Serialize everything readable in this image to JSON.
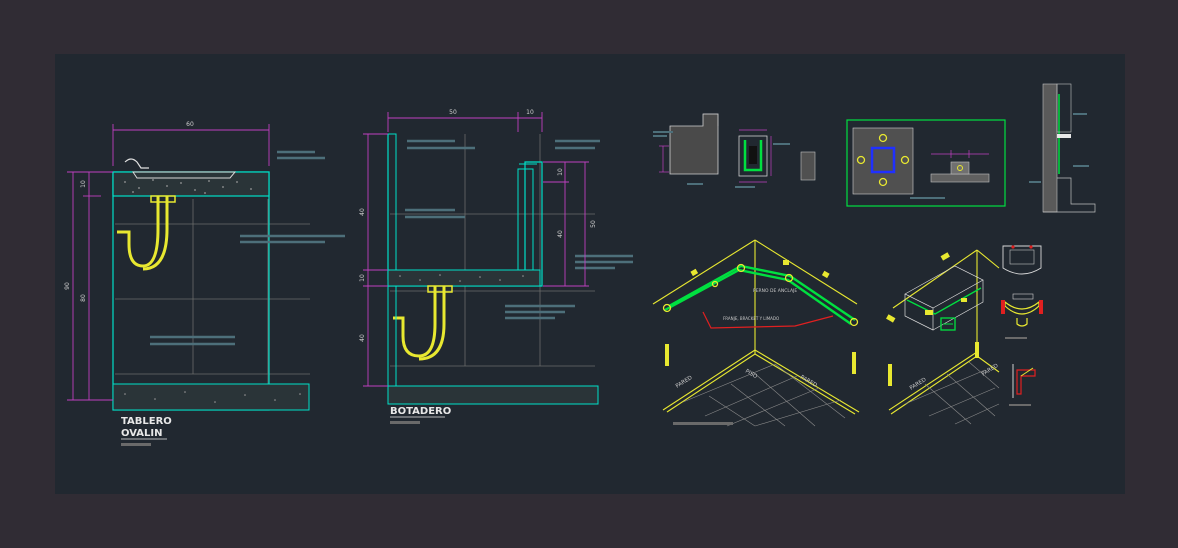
{
  "tablero": {
    "title_line1": "TABLERO",
    "title_line2": "OVALIN",
    "dim_top": "60",
    "dim_total_h": "90",
    "dim_lower_h": "80",
    "dim_slab": "10"
  },
  "botadero": {
    "title": "BOTADERO",
    "dim_top": "50",
    "dim_top_right": "10",
    "dim_upper": "40",
    "dim_mid": "10",
    "dim_lower": "40",
    "dim_right_upper": "10",
    "dim_right_mid": "40",
    "dim_right_total": "50"
  },
  "iso_left": {
    "wall_label_1": "PARED",
    "wall_label_2": "PARED",
    "floor_label": "PISO",
    "note_1": "PERNO DE ANCLAJE",
    "note_2": "FRANJE, BRACKET Y LIMADO"
  },
  "iso_right": {
    "wall_label_1": "PARED",
    "wall_label_2": "PARED"
  },
  "colors": {
    "background": "#302c34",
    "sheet": "#212830",
    "outline": "#00e0c8",
    "accent_green": "#00e040",
    "fixture_yellow": "#e8e830",
    "dim_magenta": "#c040c0",
    "grid": "#707070",
    "red": "#e02020"
  }
}
